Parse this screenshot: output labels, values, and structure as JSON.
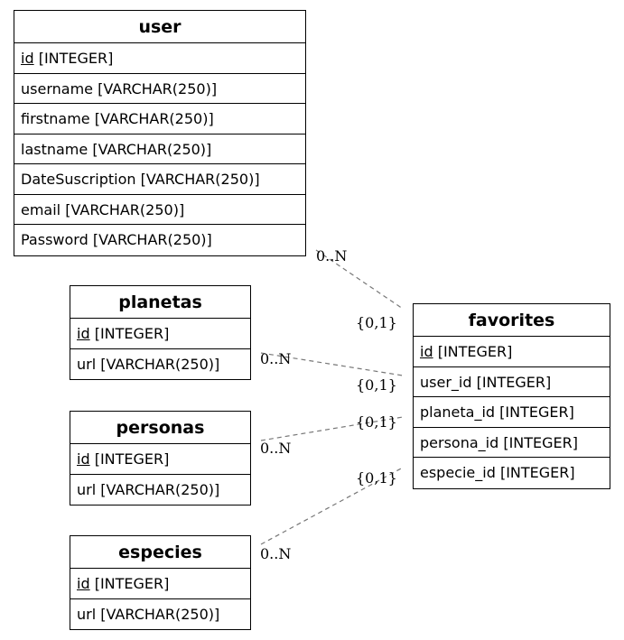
{
  "entities": {
    "user": {
      "name": "user",
      "fields": [
        {
          "name": "id",
          "type": "[INTEGER]",
          "pk": true
        },
        {
          "name": "username",
          "type": "[VARCHAR(250)]"
        },
        {
          "name": "firstname",
          "type": "[VARCHAR(250)]"
        },
        {
          "name": "lastname",
          "type": "[VARCHAR(250)]"
        },
        {
          "name": "DateSuscription",
          "type": "[VARCHAR(250)]"
        },
        {
          "name": "email",
          "type": "[VARCHAR(250)]"
        },
        {
          "name": "Password",
          "type": "[VARCHAR(250)]"
        }
      ]
    },
    "planetas": {
      "name": "planetas",
      "fields": [
        {
          "name": "id",
          "type": "[INTEGER]",
          "pk": true
        },
        {
          "name": "url",
          "type": "[VARCHAR(250)]"
        }
      ]
    },
    "personas": {
      "name": "personas",
      "fields": [
        {
          "name": "id",
          "type": "[INTEGER]",
          "pk": true
        },
        {
          "name": "url",
          "type": "[VARCHAR(250)]"
        }
      ]
    },
    "especies": {
      "name": "especies",
      "fields": [
        {
          "name": "id",
          "type": "[INTEGER]",
          "pk": true
        },
        {
          "name": "url",
          "type": "[VARCHAR(250)]"
        }
      ]
    },
    "favorites": {
      "name": "favorites",
      "fields": [
        {
          "name": "id",
          "type": "[INTEGER]",
          "pk": true
        },
        {
          "name": "user_id",
          "type": "[INTEGER]"
        },
        {
          "name": "planeta_id",
          "type": "[INTEGER]"
        },
        {
          "name": "persona_id",
          "type": "[INTEGER]"
        },
        {
          "name": "especie_id",
          "type": "[INTEGER]"
        }
      ]
    }
  },
  "relationships": [
    {
      "from": "user",
      "to": "favorites",
      "from_card": "0..N",
      "to_card": "{0,1}"
    },
    {
      "from": "planetas",
      "to": "favorites",
      "from_card": "0..N",
      "to_card": "{0,1}"
    },
    {
      "from": "personas",
      "to": "favorites",
      "from_card": "0..N",
      "to_card": "{0,1}"
    },
    {
      "from": "especies",
      "to": "favorites",
      "from_card": "0..N",
      "to_card": "{0,1}"
    }
  ]
}
